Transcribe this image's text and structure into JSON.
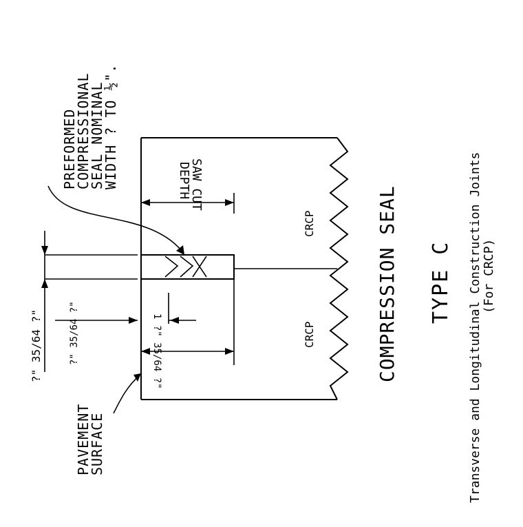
{
  "labels": {
    "preformed_seal": [
      "PREFORMED",
      "COMPRESSIONAL",
      "SEAL NOMINAL",
      "WIDTH ? TO ½\"."
    ],
    "saw_cut_depth": [
      "SAW CUT",
      "DEPTH"
    ],
    "crcp_left": "CRCP",
    "crcp_right": "CRCP",
    "pavement_surface": [
      "PAVEMENT",
      "SURFACE"
    ],
    "dim_top_overall": "?\" 35/64 ?\"",
    "dim_top_inner": "?\"  35/64 ?\"",
    "dim_depth": "1 ?\"  35/64 ?\"",
    "title_main": "COMPRESSION SEAL",
    "title_type": "TYPE C",
    "subtitle_line1": "Transverse and Longitudinal Construction Joints",
    "subtitle_line2": "(For CRCP)"
  }
}
